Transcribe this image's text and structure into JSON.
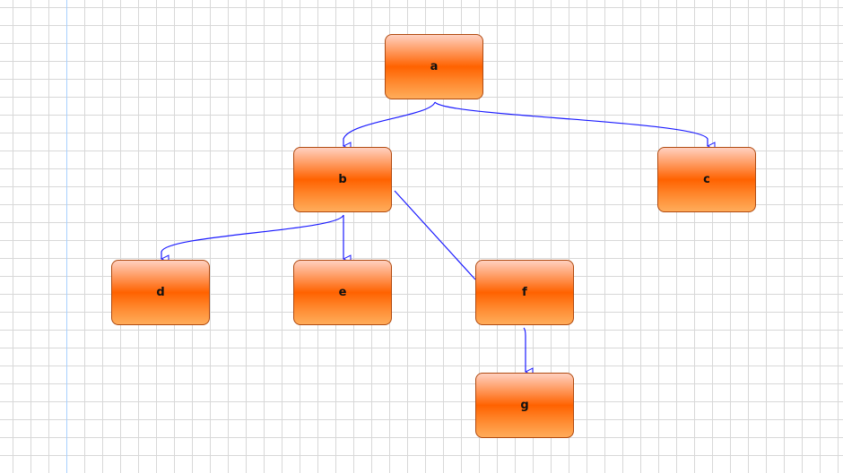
{
  "nodes": {
    "a": "a",
    "b": "b",
    "c": "c",
    "d": "d",
    "e": "e",
    "f": "f",
    "g": "g"
  },
  "edges": [
    {
      "from": "a",
      "to": "b",
      "arrow": true
    },
    {
      "from": "a",
      "to": "c",
      "arrow": true
    },
    {
      "from": "b",
      "to": "d",
      "arrow": true
    },
    {
      "from": "b",
      "to": "e",
      "arrow": true
    },
    {
      "from": "b",
      "to": "f",
      "arrow": false
    },
    {
      "from": "f",
      "to": "g",
      "arrow": true
    }
  ],
  "colors": {
    "edge": "#1a1aff",
    "node_fill": "#ff6200",
    "node_border": "#b04a10",
    "grid": "#d8d8d8"
  }
}
